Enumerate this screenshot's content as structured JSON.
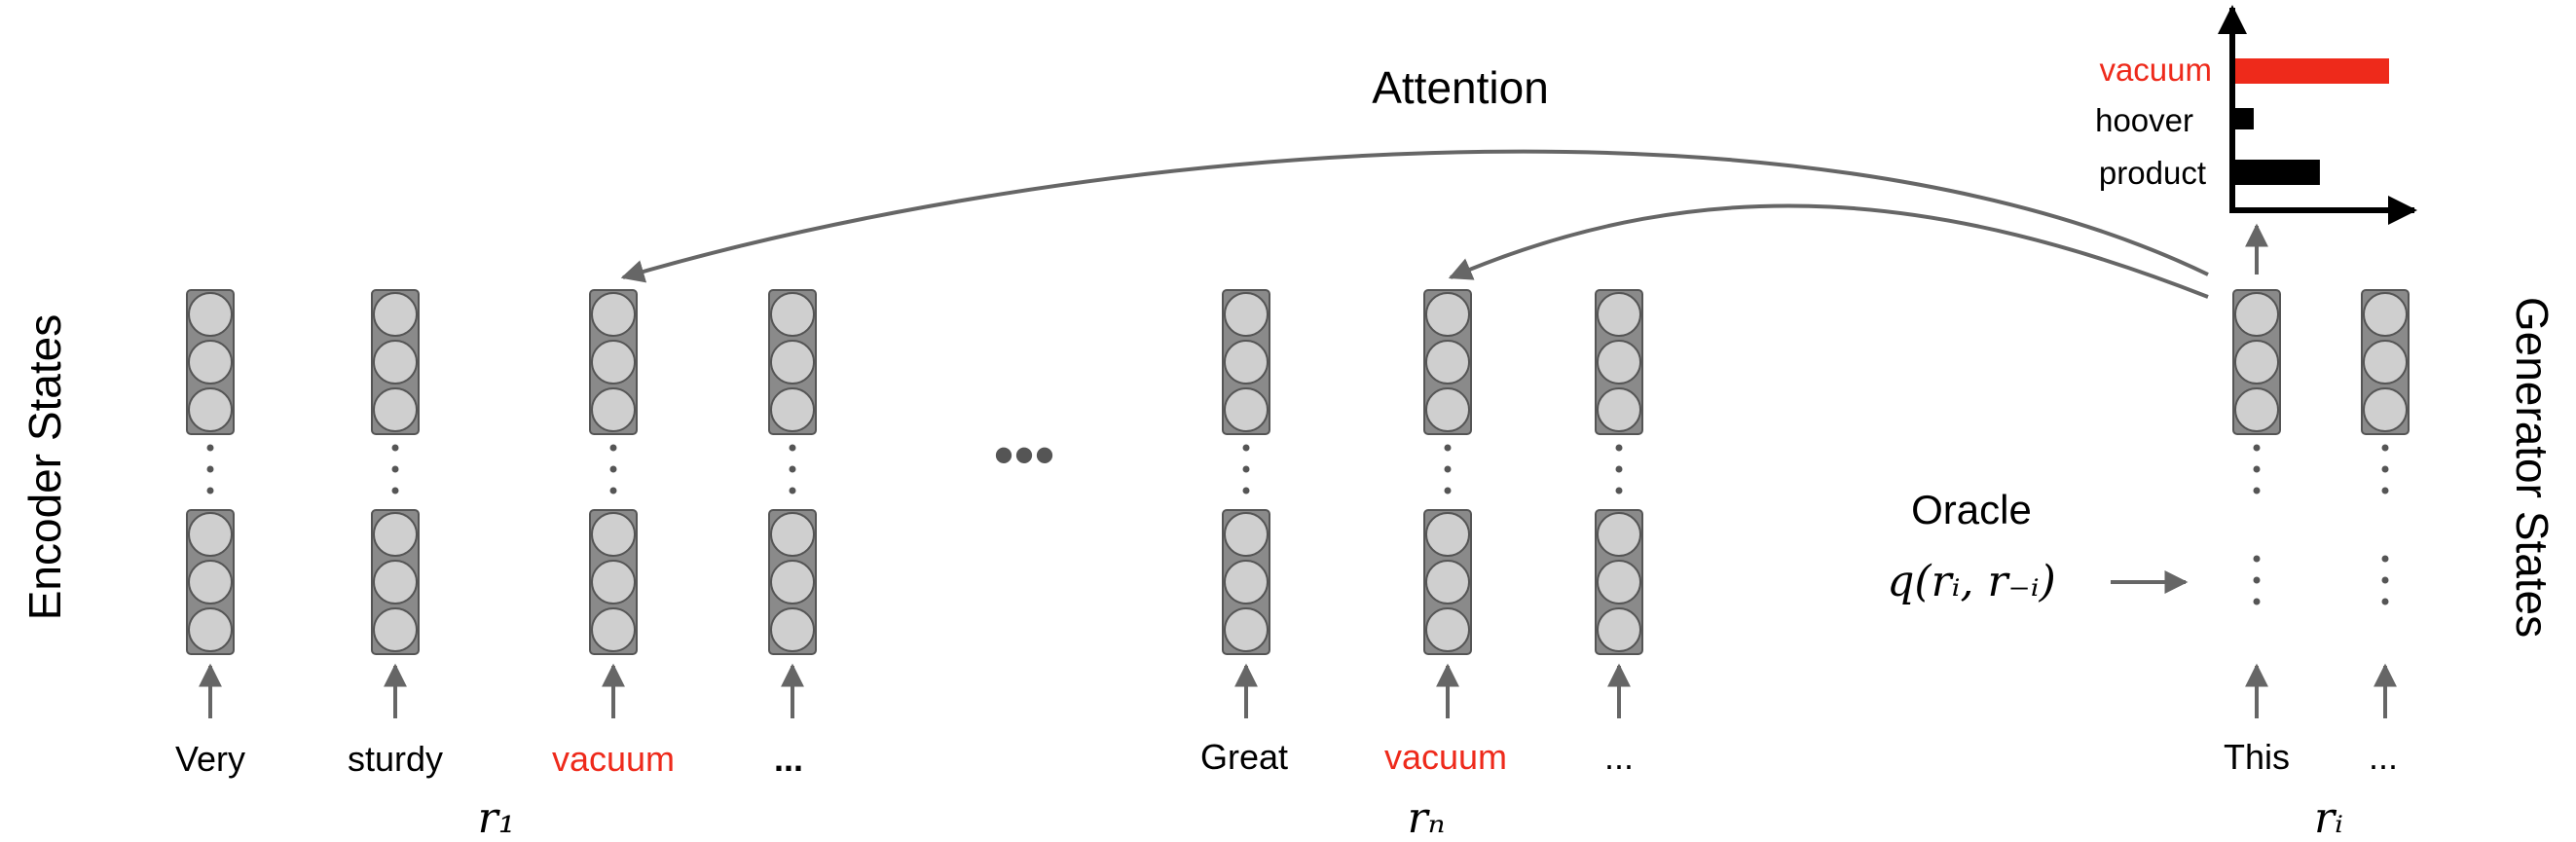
{
  "title": "Attention",
  "left_label": "Encoder States",
  "right_label": "Generator States",
  "oracle": {
    "title": "Oracle",
    "formula": "q(rᵢ, r₋ᵢ)"
  },
  "encoder_columns": [
    {
      "word": "Very",
      "highlight": false
    },
    {
      "word": "sturdy",
      "highlight": false
    },
    {
      "word": "vacuum",
      "highlight": true
    },
    {
      "word": "...",
      "highlight": false
    },
    {
      "word": "Great",
      "highlight": false
    },
    {
      "word": "vacuum",
      "highlight": true
    },
    {
      "word": "...",
      "highlight": false
    }
  ],
  "generator_columns": [
    {
      "word": "This",
      "highlight": false
    },
    {
      "word": "...",
      "highlight": false
    }
  ],
  "segment_labels": [
    "r₁",
    "rₙ",
    "rᵢ"
  ],
  "ellipsis": "...",
  "attention_chart": {
    "type": "bar",
    "categories": [
      "vacuum",
      "hoover",
      "product"
    ],
    "values": [
      1.0,
      0.12,
      0.55
    ],
    "colors": [
      "#ee2a1b",
      "#000000",
      "#000000"
    ]
  },
  "colors": {
    "highlight": "#ee2a1b",
    "neuron_fill": "#cfcfcf",
    "column_fill": "#8a8a8a",
    "arrow": "#666666"
  }
}
